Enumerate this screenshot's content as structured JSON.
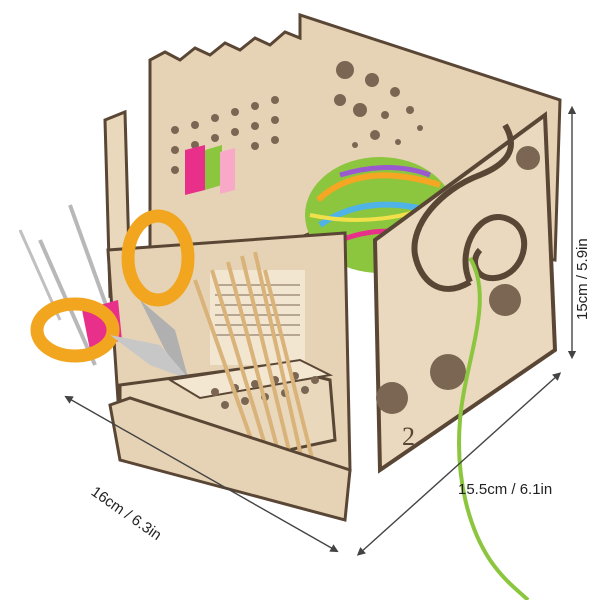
{
  "image": {
    "background": "#ffffff",
    "subject": "wooden crochet and knitting organizer box",
    "colors": {
      "wood": "#ead9bf",
      "wood_shadow": "#d9c4a3",
      "wood_edge": "#5a4634",
      "hole": "#7a6652",
      "scissors_orange": "#f2a51e",
      "yarn_green": "#8cc63f",
      "clip_pink": "#e8308a",
      "dimension_line": "#444444"
    }
  },
  "dimensions": {
    "width": "16cm / 6.3in",
    "depth": "15.5cm / 6.1in",
    "height": "15cm / 5.9in"
  },
  "panel_number": "2"
}
